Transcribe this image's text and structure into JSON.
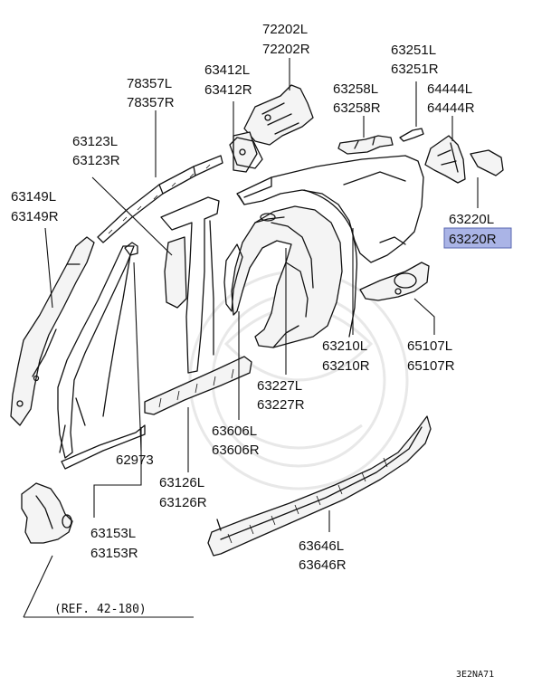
{
  "highlight_color": "#aab4e6",
  "callouts": [
    {
      "id": "p72202",
      "l": "72202L",
      "r": "72202R"
    },
    {
      "id": "p63251",
      "l": "63251L",
      "r": "63251R"
    },
    {
      "id": "p78357",
      "l": "78357L",
      "r": "78357R"
    },
    {
      "id": "p63412",
      "l": "63412L",
      "r": "63412R"
    },
    {
      "id": "p63258",
      "l": "63258L",
      "r": "63258R"
    },
    {
      "id": "p64444",
      "l": "64444L",
      "r": "64444R"
    },
    {
      "id": "p63123",
      "l": "63123L",
      "r": "63123R"
    },
    {
      "id": "p63149",
      "l": "63149L",
      "r": "63149R"
    },
    {
      "id": "p63220",
      "l": "63220L",
      "r": "63220R"
    },
    {
      "id": "p63210",
      "l": "63210L",
      "r": "63210R"
    },
    {
      "id": "p65107",
      "l": "65107L",
      "r": "65107R"
    },
    {
      "id": "p63227",
      "l": "63227L",
      "r": "63227R"
    },
    {
      "id": "p63606",
      "l": "63606L",
      "r": "63606R"
    },
    {
      "id": "p63126",
      "l": "63126L",
      "r": "63126R"
    },
    {
      "id": "p63153",
      "l": "63153L",
      "r": "63153R"
    },
    {
      "id": "p63646",
      "l": "63646L",
      "r": "63646R"
    }
  ],
  "single_part": "62973",
  "reference": "(REF. 42-180)",
  "diagram_code": "3E2NA71"
}
